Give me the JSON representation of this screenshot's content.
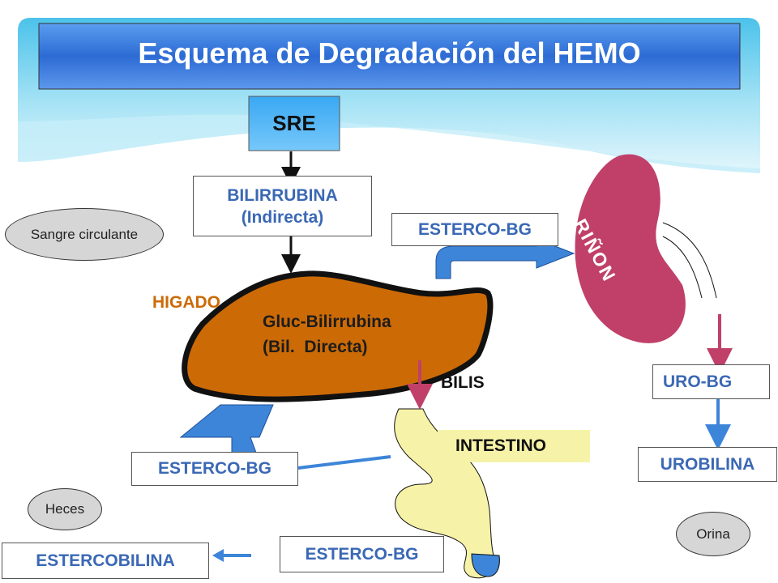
{
  "title": "Esquema de Degradación del HEMO",
  "nodes": {
    "sre": "SRE",
    "bilirrubina_line1": "BILIRRUBINA",
    "bilirrubina_line2": "(Indirecta)",
    "higado": "HIGADO",
    "gluc_line1": "Gluc-Bilirrubina",
    "gluc_line2": "(Bil.  Directa)",
    "bilis": "BILIS",
    "intestino": "INTESTINO",
    "rinon": "RIÑON",
    "esterco_top": "ESTERCO-BG",
    "esterco_left": "ESTERCO-BG",
    "esterco_bottom": "ESTERCO-BG",
    "estercobilina": "ESTERCOBILINA",
    "uro_bg": "URO-BG",
    "urobilina": "UROBILINA"
  },
  "labels": {
    "sangre": "Sangre circulante",
    "heces": "Heces",
    "orina": "Orina"
  },
  "colors": {
    "title_bg": "#2f6fd6",
    "liver": "#cc6a06",
    "kidney": "#c0406a",
    "intestine": "#f6f3a8",
    "box_text": "#3b68b5",
    "sky": "#7ed7f2"
  }
}
